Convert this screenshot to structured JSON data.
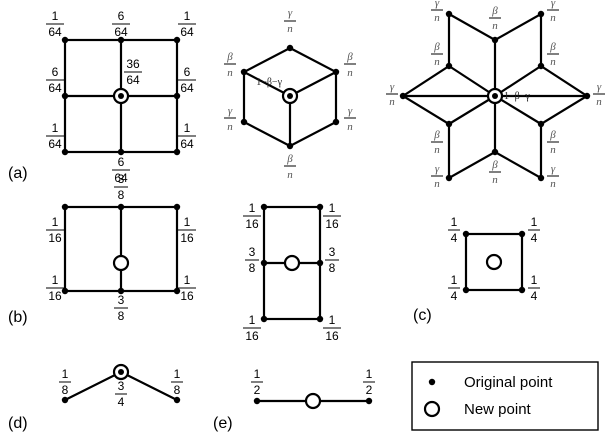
{
  "panel_labels": {
    "a": "(a)",
    "b": "(b)",
    "c": "(c)",
    "d": "(d)",
    "e": "(e)"
  },
  "grid_a": {
    "corner_num": "1",
    "corner_den": "64",
    "edge_num": "6",
    "edge_den": "64",
    "center_num": "36",
    "center_den": "64"
  },
  "hex_a": {
    "gamma": "γ",
    "beta": "β",
    "n": "n",
    "center": "1−β−γ"
  },
  "star_a": {
    "gamma": "γ",
    "beta": "β",
    "n": "n",
    "center": "1−β−γ"
  },
  "rect_b": {
    "corner_num": "1",
    "corner_den": "16",
    "mid_num": "3",
    "mid_den": "8"
  },
  "rect_b2": {
    "corner_num": "1",
    "corner_den": "16",
    "mid_num": "3",
    "mid_den": "8"
  },
  "square_c": {
    "num": "1",
    "den": "4"
  },
  "vee_d": {
    "side_num": "1",
    "side_den": "8",
    "center_num": "3",
    "center_den": "4"
  },
  "line_e": {
    "num": "1",
    "den": "2"
  },
  "legend": {
    "original_point": "Original point",
    "new_point": "New point"
  }
}
